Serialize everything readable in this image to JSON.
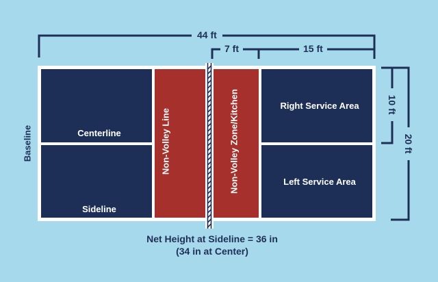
{
  "colors": {
    "background": "#a7d9ec",
    "court_navy": "#1d2f57",
    "kitchen_red": "#a5302c",
    "lines": "#ffffff",
    "dimension_lines": "#1d2f57"
  },
  "dimensions": {
    "length": "44 ft",
    "kitchen_depth": "7 ft",
    "service_depth": "15 ft",
    "half_width": "10 ft",
    "width": "20 ft"
  },
  "labels": {
    "baseline": "Baseline",
    "centerline": "Centerline",
    "sideline": "Sideline",
    "non_volley_line": "Non-Volley Line",
    "kitchen": "Non-Volley Zone/Kitchen",
    "right_service": "Right Service Area",
    "left_service": "Left Service Area"
  },
  "caption": {
    "line1": "Net Height at Sideline = 36 in",
    "line2": "(34 in at Center)"
  }
}
